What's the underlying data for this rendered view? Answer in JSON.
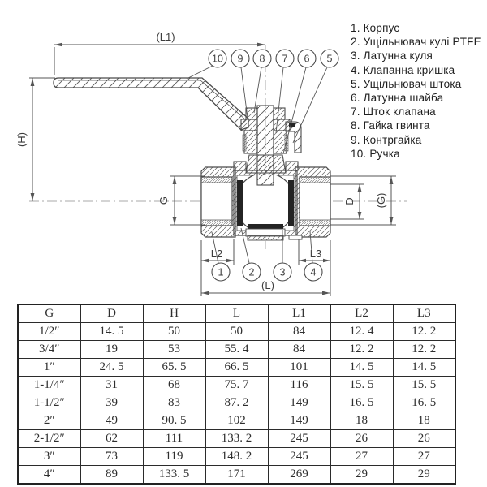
{
  "drawing": {
    "dimension_labels": {
      "l1": "(L1)",
      "h": "(H)",
      "g_left": "G",
      "d_right": "D",
      "g_right": "(G)",
      "l2": "L2",
      "l3": "L3",
      "l": "(L)"
    },
    "callouts": [
      "1",
      "2",
      "3",
      "4",
      "5",
      "6",
      "7",
      "8",
      "9",
      "10"
    ]
  },
  "legend": {
    "items": [
      "1. Корпус",
      "2. Ущільнювач кулі PTFE",
      "3. Латунна куля",
      "4. Клапанна кришка",
      "5. Ущільнювач штока",
      "6. Латунна шайба",
      "7. Шток клапана",
      "8. Гайка гвинта",
      "9. Контргайка",
      "10. Ручка"
    ]
  },
  "table": {
    "headers": [
      "G",
      "D",
      "H",
      "L",
      "L1",
      "L2",
      "L3"
    ],
    "rows": [
      [
        "1/2″",
        "14. 5",
        "50",
        "50",
        "84",
        "12. 4",
        "12. 2"
      ],
      [
        "3/4″",
        "19",
        "53",
        "55. 4",
        "84",
        "12. 2",
        "12. 2"
      ],
      [
        "1″",
        "24. 5",
        "65. 5",
        "66. 5",
        "101",
        "14. 5",
        "14. 5"
      ],
      [
        "1-1/4″",
        "31",
        "68",
        "75. 7",
        "116",
        "15. 5",
        "15. 5"
      ],
      [
        "1-1/2″",
        "39",
        "83",
        "87. 2",
        "149",
        "16. 5",
        "16. 5"
      ],
      [
        "2″",
        "49",
        "90. 5",
        "102",
        "149",
        "18",
        "18"
      ],
      [
        "2-1/2″",
        "62",
        "111",
        "133. 2",
        "245",
        "26",
        "26"
      ],
      [
        "3″",
        "73",
        "119",
        "148. 2",
        "245",
        "27",
        "27"
      ],
      [
        "4″",
        "89",
        "133. 5",
        "171",
        "269",
        "29",
        "29"
      ]
    ]
  },
  "colors": {
    "outline": "#4a4a4a",
    "dimension": "#555555",
    "centerline": "#a8a8a8",
    "seal_fill": "#242424",
    "text": "#333333",
    "background": "#ffffff"
  }
}
